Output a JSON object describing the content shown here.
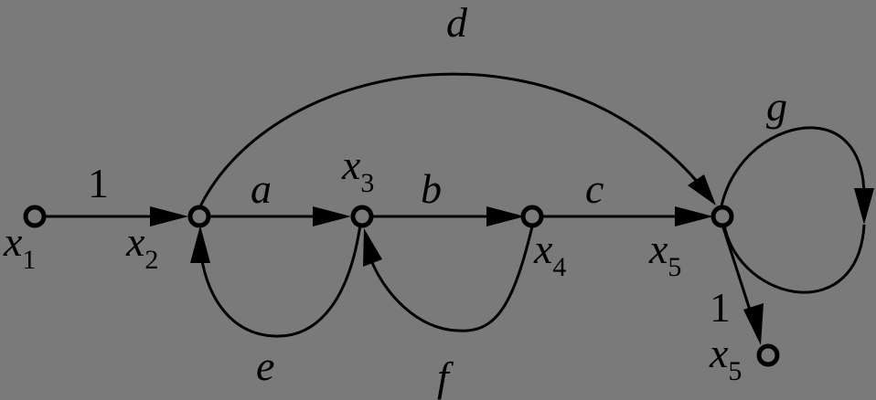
{
  "nodes": [
    {
      "id": "x1",
      "var": "x",
      "sub": "1"
    },
    {
      "id": "x2",
      "var": "x",
      "sub": "2"
    },
    {
      "id": "x3",
      "var": "x",
      "sub": "3"
    },
    {
      "id": "x4",
      "var": "x",
      "sub": "4"
    },
    {
      "id": "x5",
      "var": "x",
      "sub": "5"
    },
    {
      "id": "x5out",
      "var": "x",
      "sub": "5"
    }
  ],
  "edges": [
    {
      "from": "x1",
      "to": "x2",
      "label": "1"
    },
    {
      "from": "x2",
      "to": "x3",
      "label": "a"
    },
    {
      "from": "x3",
      "to": "x4",
      "label": "b"
    },
    {
      "from": "x4",
      "to": "x5",
      "label": "c"
    },
    {
      "from": "x2",
      "to": "x5",
      "label": "d"
    },
    {
      "from": "x3",
      "to": "x2",
      "label": "e"
    },
    {
      "from": "x4",
      "to": "x3",
      "label": "f"
    },
    {
      "from": "x5",
      "to": "x5",
      "label": "g"
    },
    {
      "from": "x5",
      "to": "x5out",
      "label": "1"
    }
  ],
  "colors": {
    "background": "#7a7a7a",
    "ink": "#000000"
  }
}
